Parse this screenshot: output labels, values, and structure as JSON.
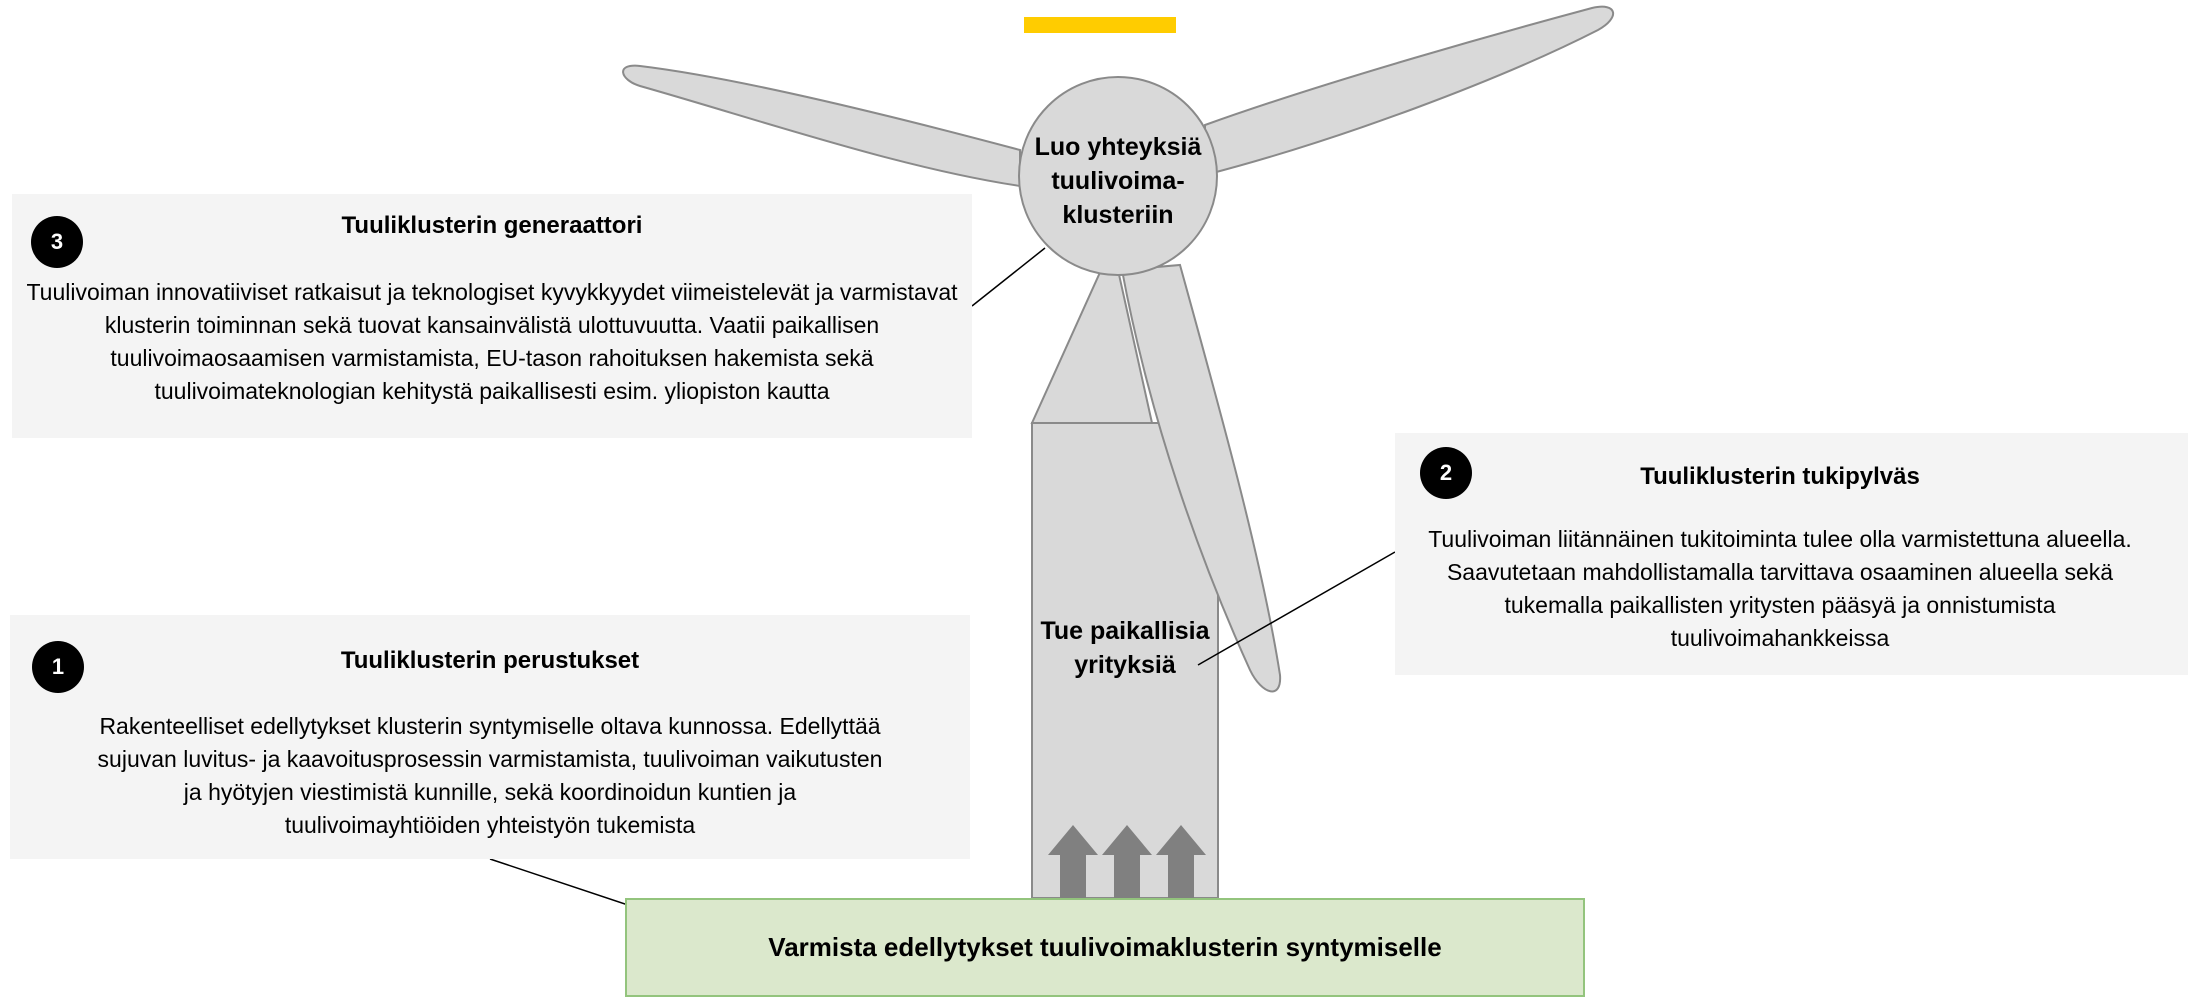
{
  "hub": {
    "label": "Luo yhteyksiä tuulivoima-klusteriin"
  },
  "tower": {
    "label": "Tue paikallisia yrityksiä"
  },
  "foundation": {
    "label": "Varmista edellytykset tuulivoimaklusterin syntymiselle"
  },
  "panels": [
    {
      "number": "3",
      "title": "Tuuliklusterin generaattori",
      "body": "Tuulivoiman innovatiiviset ratkaisut ja teknologiset kyvykkyydet viimeistelevät ja varmistavat klusterin toiminnan sekä tuovat kansainvälistä ulottuvuutta. Vaatii paikallisen tuulivoimaosaamisen varmistamista, EU-tason rahoituksen hakemista sekä tuulivoimateknologian kehitystä paikallisesti esim. yliopiston kautta"
    },
    {
      "number": "2",
      "title": "Tuuliklusterin tukipylväs",
      "body": "Tuulivoiman liitännäinen tukitoiminta tulee olla varmistettuna alueella. Saavutetaan mahdollistamalla tarvittava osaaminen alueella sekä tukemalla paikallisten yritysten pääsyä ja onnistumista tuulivoimahankkeissa"
    },
    {
      "number": "1",
      "title": "Tuuliklusterin perustukset",
      "body": "Rakenteelliset edellytykset klusterin syntymiselle oltava kunnossa. Edellyttää sujuvan luvitus- ja kaavoitusprosessin varmistamista, tuulivoiman vaikutusten ja hyötyjen viestimistä kunnille, sekä koordinoidun kuntien ja tuulivoimayhtiöiden yhteistyön tukemista"
    }
  ],
  "colors": {
    "turbine_fill": "#d9d9d9",
    "turbine_stroke": "#8a8a8a",
    "panel_bg": "#f4f4f4",
    "foundation_fill": "#dbe8cc",
    "foundation_stroke": "#93c47d",
    "arrow_fill": "#808080",
    "accent": "#ffcc00"
  }
}
